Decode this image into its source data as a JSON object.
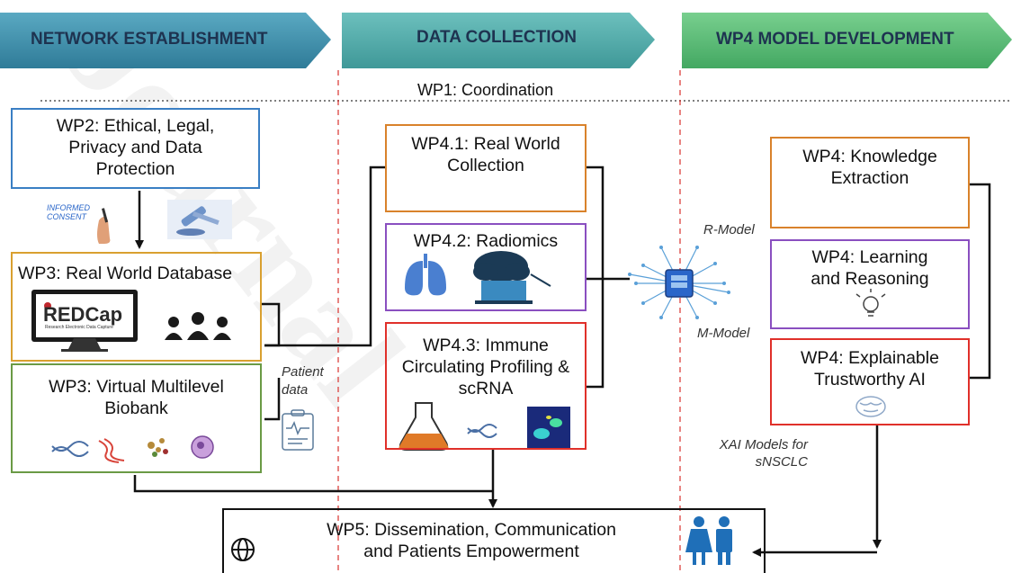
{
  "banners": {
    "network": "NETWORK ESTABLISHMENT",
    "data_collection": "DATA COLLECTION",
    "model_development": "WP4 MODEL DEVELOPMENT"
  },
  "wp1": "WP1: Coordination",
  "left": {
    "wp2": "WP2: Ethical, Legal, Privacy and Data Protection",
    "consent_text": "INFORMED CONSENT",
    "wp3_db": "WP3: Real World Database",
    "redcap": "REDCap",
    "redcap_sub": "Research Electronic Data Capture",
    "wp3_biobank": "WP3: Virtual Multilevel Biobank"
  },
  "patient_data": "Patient data",
  "middle": {
    "wp41": "WP4.1: Real World Collection",
    "wp42": "WP4.2: Radiomics",
    "wp43": "WP4.3: Immune Circulating Profiling & scRNA"
  },
  "model_labels": {
    "r_model": "R-Model",
    "m_model": "M-Model",
    "xai": "XAI Models for sNSCLC"
  },
  "right": {
    "knowledge": "WP4: Knowledge Extraction",
    "learning": "WP4: Learning and Reasoning",
    "explainable": "WP4: Explainable Trustworthy AI"
  },
  "wp5": "WP5: Dissemination, Communication and Patients Empowerment",
  "watermark": "Journal",
  "colors": {
    "banner_left": "#3f8fa8",
    "banner_mid": "#4fa8a8",
    "banner_right": "#5ab878",
    "banner_text": "#1e3350",
    "border_blue": "#3a7fc4",
    "border_orange": "#d9822b",
    "border_purple": "#8a4fc0",
    "border_red": "#e0302a",
    "border_green": "#6a9a45",
    "divider_red": "#d9322e"
  }
}
